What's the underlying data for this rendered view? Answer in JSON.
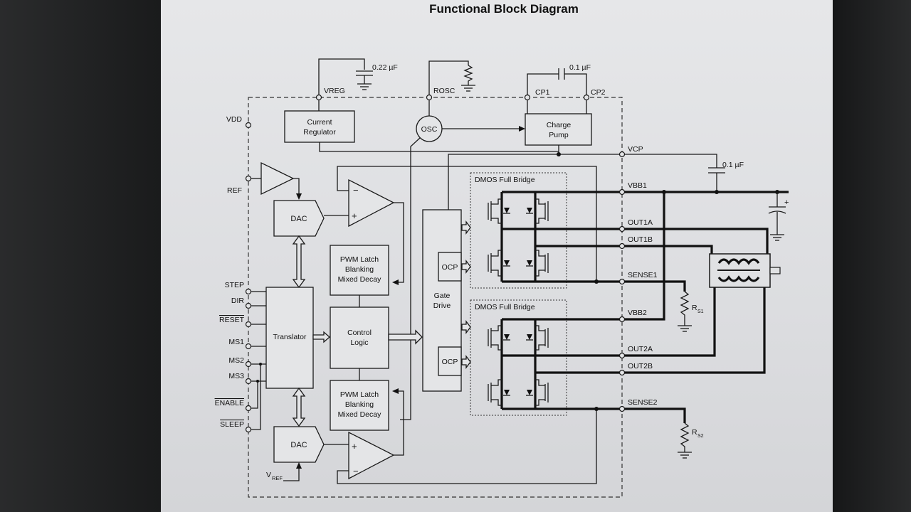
{
  "diagram": {
    "title": "Functional Block Diagram",
    "capacitors": {
      "vreg_cap": "0.22 µF",
      "pump_cap": "0.1 µF",
      "vcp_cap": "0.1 µF"
    },
    "pins_top": [
      "VREG",
      "ROSC",
      "CP1",
      "CP2"
    ],
    "pins_left": {
      "vdd": "VDD",
      "ref": "REF",
      "step": "STEP",
      "dir": "DIR",
      "reset": "RESET",
      "ms1": "MS1",
      "ms2": "MS2",
      "ms3": "MS3",
      "enable": "ENABLE",
      "sleep": "SLEEP",
      "vref": "V",
      "vref_sub": "REF"
    },
    "pins_right": {
      "vcp": "VCP",
      "vbb1": "VBB1",
      "out1a": "OUT1A",
      "out1b": "OUT1B",
      "sense1": "SENSE1",
      "vbb2": "VBB2",
      "out2a": "OUT2A",
      "out2b": "OUT2B",
      "sense2": "SENSE2"
    },
    "blocks": {
      "current_regulator": [
        "Current",
        "Regulator"
      ],
      "osc": "OSC",
      "charge_pump": [
        "Charge",
        "Pump"
      ],
      "dac": "DAC",
      "pwm_latch": [
        "PWM Latch",
        "Blanking",
        "Mixed Decay"
      ],
      "translator": "Translator",
      "control_logic": [
        "Control",
        "Logic"
      ],
      "gate_drive": [
        "Gate",
        "Drive"
      ],
      "ocp": "OCP",
      "dmos_full_bridge": "DMOS Full Bridge"
    },
    "sense_resistors": {
      "rs1": "R",
      "rs1_sub": "S1",
      "rs2": "R",
      "rs2_sub": "S2"
    },
    "supply_polarity": "+",
    "opamp_signs": {
      "minus": "−",
      "plus": "+"
    }
  }
}
